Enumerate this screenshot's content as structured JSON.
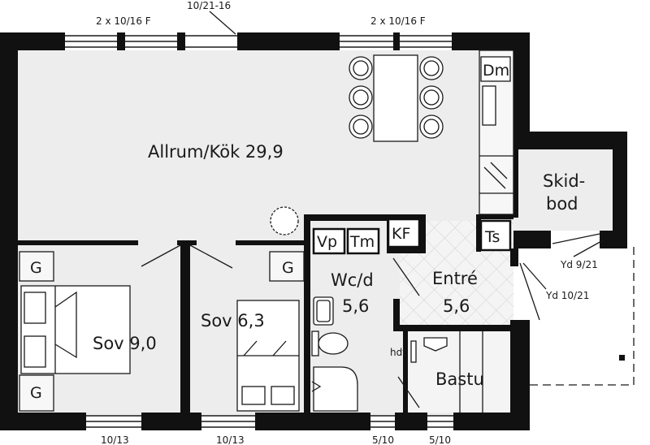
{
  "rooms": {
    "allrum": "Allrum/Kök 29,9",
    "sov1": "Sov 9,0",
    "sov2": "Sov 6,3",
    "wc_name": "Wc/d",
    "wc_area": "5,6",
    "entre_name": "Entré",
    "entre_area": "5,6",
    "bastu": "Bastu",
    "skid_line1": "Skid-",
    "skid_line2": "bod"
  },
  "fixtures": {
    "g1": "G",
    "g2": "G",
    "g3": "G",
    "vp": "Vp",
    "tm": "Tm",
    "kf": "KF",
    "ts": "Ts",
    "dm": "Dm",
    "hdt": "hdt"
  },
  "windows": {
    "top_left": "2 x 10/16 F",
    "top_center": "10/21-16",
    "top_right": "2 x 10/16 F",
    "bottom_1": "10/13",
    "bottom_2": "10/13",
    "bottom_3": "5/10",
    "bottom_4": "5/10"
  },
  "doors": {
    "yd_9_21": "Yd 9/21",
    "yd_10_21": "Yd 10/21"
  },
  "colors": {
    "wall": "#111111",
    "floor": "#ededed",
    "line": "#1a1a1a"
  }
}
